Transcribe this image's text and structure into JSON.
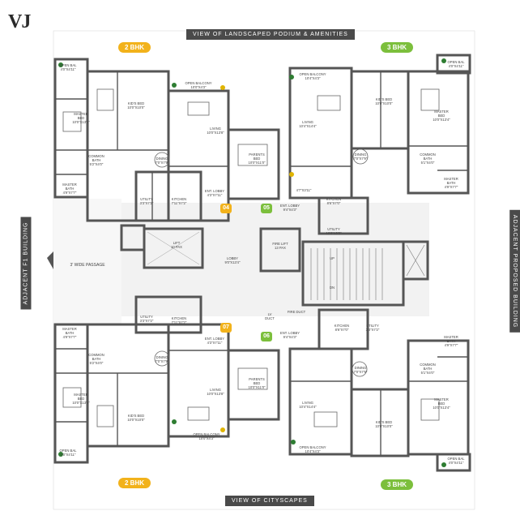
{
  "brand": "VJ",
  "labels": {
    "top_view": "VIEW OF LANDSCAPED PODIUM & AMENITIES",
    "bottom_view": "VIEW OF CITYSCAPES",
    "left_side": "ADJACENT F1 BUILDING",
    "right_side": "ADJACENT PROPOSED BUILDING",
    "passage": "3' WIDE PASSAGE"
  },
  "units": {
    "top_left": "2 BHK",
    "top_right": "3 BHK",
    "bottom_left": "2 BHK",
    "bottom_right": "3 BHK"
  },
  "flat_numbers": {
    "n04": "04",
    "n05": "05",
    "n07": "07",
    "n06": "06"
  },
  "rooms": {
    "open_bal_1": "OPEN BAL\n4'0\"X4'11\"",
    "kids_bed_1": "KID'S BED\n10'0\"X10'0\"",
    "open_balcony_1": "OPEN BALCONY\n10'0\"X4'3\"",
    "master_bed_1": "MASTER\nBED\n10'0\"X13'4\"",
    "living_1": "LIVING\n10'0\"X13'8\"",
    "common_bath_1": "COMMON\nBATH\n5'2\"X4'0\"",
    "dining_1": "DINING\n7'0\"X7'9\"",
    "master_bath_1": "MASTER\nBATH\n4'9\"X7'7\"",
    "utility_1": "UTILITY\n3'3\"X7'2\"",
    "kitchen_1": "KITCHEN\n7'11\"X7'2\"",
    "ent_lobby_1": "ENT. LOBBY\n4'3\"X7'11\"",
    "parents_bed_1": "PARENTS\nBED\n10'0\"X11'0\"",
    "open_balcony_2": "OPEN BALCONY\n10'4\"X4'3\"",
    "living_2": "LIVING\n10'4\"X14'4\"",
    "kids_bed_2": "KID'S BED\n10'0\"X10'0\"",
    "open_bal_2": "OPEN BAL\n4'0\"X4'11\"",
    "master_bed_2": "MASTER\nBED\n10'0\"X13'4\"",
    "dining_2": "DINING\n7'0\"X7'9\"",
    "common_bath_2": "COMMON\nBATH\n5'1\"X4'0\"",
    "foyer_1": "4'7\"X3'11\"",
    "master_bath_2": "MASTER\nBATH\n4'9\"X7'7\"",
    "ent_lobby_2": "ENT. LOBBY\n9'4\"X4'3\"",
    "kitchen_2": "KITCHEN\n8'6\"X7'0\"",
    "utility_2": "UTILITY\n10'8\"X3'3\"",
    "lift": "LIFT\n10 PAX",
    "fire_lift": "FIRE LIFT\n13 PAX",
    "lobby": "LOBBY\n9'0\"X13'4\"",
    "up": "UP",
    "dn": "DN",
    "fire_duct": "FIRE DUCT",
    "lv_duct": "LV\nDUCT",
    "utility_3": "UTILITY\n3'3\"X7'2\"",
    "kitchen_3": "KITCHEN\n7'11\"X7'2\"",
    "master_bath_3": "MASTER\nBATH\n4'9\"X7'7\"",
    "common_bath_3": "COMMON\nBATH\n5'2\"X4'0\"",
    "dining_3": "DINING\n7'0\"X7'9\"",
    "ent_lobby_3": "ENT. LOBBY\n4'3\"X7'11\"",
    "master_bed_3": "MASTER\nBED\n10'0\"X13'4\"",
    "living_3": "LIVING\n10'0\"X13'8\"",
    "parents_bed_2": "PARENTS\nBED\n10'0\"X11'0\"",
    "kids_bed_3": "KID'S BED\n10'0\"X10'0\"",
    "open_balcony_3": "OPEN BALCONY\n10'0\"X4'3\"",
    "open_bal_3": "OPEN BAL\n4'0\"X4'11\"",
    "kitchen_4": "KITCHEN\n8'6\"X7'0\"",
    "utility_4": "UTILITY\n3'3\"X7'2\"",
    "ent_lobby_4": "ENT. LOBBY\n9'4\"X4'3\"",
    "master_bath_4": "MASTER\nBATH\n4'9\"X7'7\"",
    "common_bath_4": "COMMON\nBATH\n5'1\"X4'0\"",
    "dining_4": "DINING\n7'0\"X7'9\"",
    "master_bed_4": "MASTER\nBED\n10'0\"X13'4\"",
    "living_4": "LIVING\n10'4\"X14'4\"",
    "kids_bed_4": "KID'S BED\n10'0\"X10'0\"",
    "open_balcony_4": "OPEN BALCONY\n10'4\"X4'3\"",
    "open_bal_4": "OPEN BAL\n4'0\"X4'11\""
  },
  "colors": {
    "wall": "#555555",
    "wall_dark": "#3f3f3f",
    "two_bhk": "#f2b21b",
    "three_bhk": "#7cbf3c",
    "banner": "#4a4a4a",
    "plant": "#2e7d32",
    "plant_yellow": "#e0b400"
  }
}
